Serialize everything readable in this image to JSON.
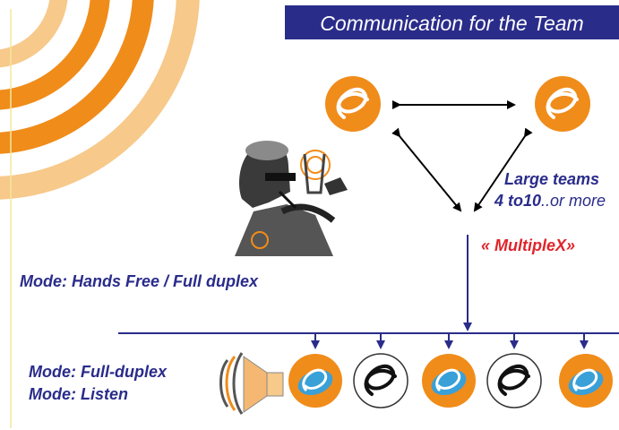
{
  "title": "Communication for the Team",
  "labels": {
    "mode_hands_free": "Mode: Hands Free / Full duplex",
    "mode_full_duplex": "Mode:  Full-duplex",
    "mode_listen": "Mode: Listen",
    "multiplex": "« MultipleX»",
    "large_teams": "Large teams",
    "team_size_bold": "4 to10",
    "team_size_rest": "..or more"
  },
  "colors": {
    "title_bg": "#2a2c8a",
    "label_blue": "#2a2c8a",
    "multiplex_red": "#e0242b",
    "orange": "#f08c1a",
    "light_orange": "#f7c98a",
    "logo_blue": "#3aa0d8",
    "arrow_navy": "#2a2c8a"
  },
  "icons": {
    "top_nodes": [
      "orange-logo-icon",
      "orange-logo-icon"
    ],
    "bottom_nodes": [
      "orange-blue-logo-icon",
      "outline-logo-icon",
      "orange-blue-logo-icon",
      "outline-logo-icon",
      "orange-blue-logo-icon"
    ],
    "speaker": "loudspeaker-icon",
    "person": "soldier-illustration"
  }
}
